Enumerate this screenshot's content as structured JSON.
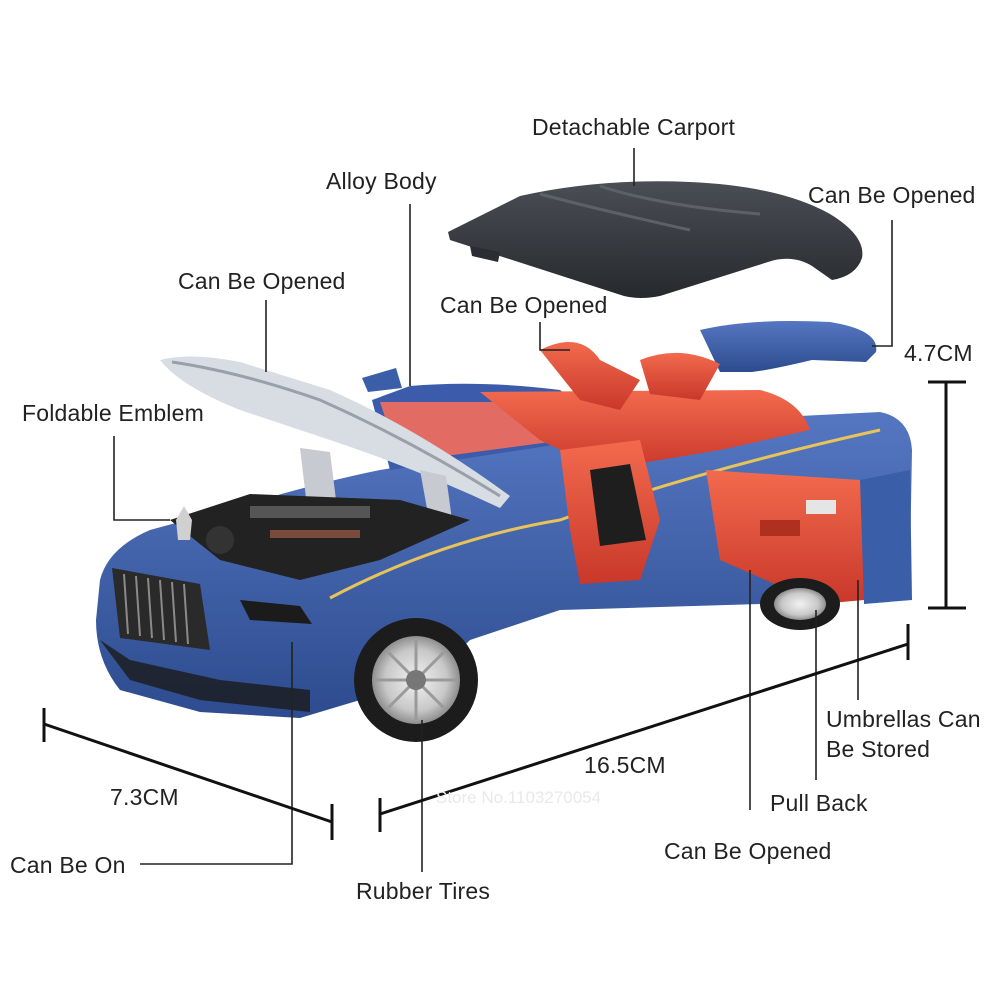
{
  "labels": {
    "detachable_carport": "Detachable Carport",
    "alloy_body": "Alloy Body",
    "can_be_opened_top_right": "Can Be Opened",
    "can_be_opened_hood": "Can Be Opened",
    "can_be_opened_door": "Can Be Opened",
    "foldable_emblem": "Foldable Emblem",
    "umbrellas_line1": "Umbrellas Can",
    "umbrellas_line2": "Be Stored",
    "pull_back": "Pull Back",
    "can_be_opened_bottom": "Can Be Opened",
    "can_be_on": "Can Be On",
    "rubber_tires": "Rubber Tires"
  },
  "dimensions": {
    "height": "4.7CM",
    "length": "16.5CM",
    "width": "7.3CM"
  },
  "watermark": "Store No.1103270054",
  "colors": {
    "body_blue": "#3b5ea8",
    "interior_red": "#e8503a",
    "roof_black": "#3a3d42",
    "line": "#222222"
  }
}
